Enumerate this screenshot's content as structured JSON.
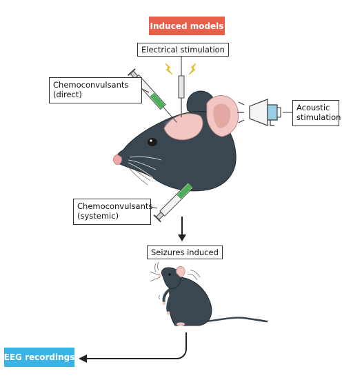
{
  "colors": {
    "induced_models_bg": "#e8604c",
    "eeg_bg": "#39b4e4",
    "mouse_body": "#3a4750",
    "ear_pink": "#f2c6c3",
    "syringe_liquid": "#4fae58",
    "spark": "#f0d43a"
  },
  "header": {
    "label": "Induced models"
  },
  "stimuli": {
    "electrical": "Electrical stimulation",
    "chemo_direct_line1": "Chemoconvulsants",
    "chemo_direct_line2": "(direct)",
    "acoustic_line1": "Acoustic",
    "acoustic_line2": "stimulation",
    "chemo_systemic_line1": "Chemoconvulsants",
    "chemo_systemic_line2": "(systemic)"
  },
  "outcome": {
    "label": "Seizures induced"
  },
  "recording": {
    "label": "EEG recordings"
  },
  "icons": [
    "syringe-icon",
    "electrode-icon",
    "lightning-icon",
    "megaphone-icon",
    "mouse-head-icon",
    "seizing-mouse-icon",
    "arrow-down-icon",
    "arrow-left-icon"
  ]
}
